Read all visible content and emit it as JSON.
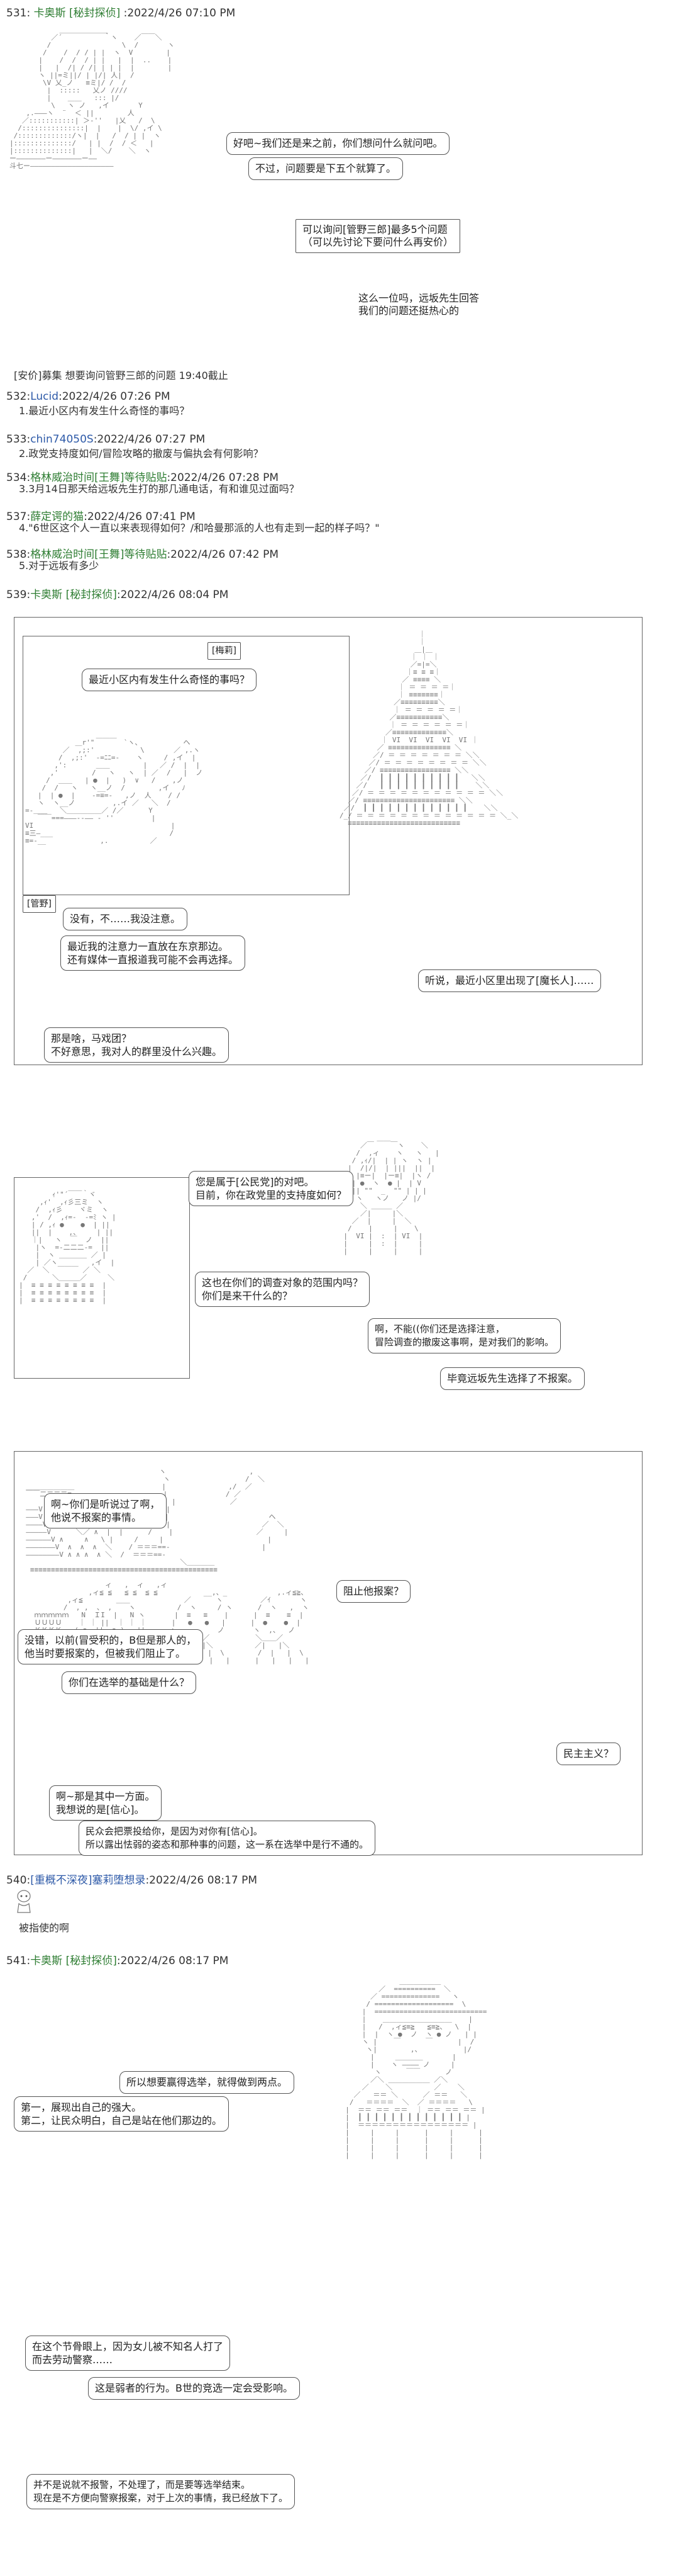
{
  "posts": [
    {
      "number": "531:",
      "name": "卡奥斯 [秘封探侦]",
      "date": ":2022/4/26 07:10 PM"
    },
    {
      "number": "532:",
      "name": "Lucid",
      "date": ":2022/4/26 07:26 PM",
      "body": "1.最近小区内有发生什么奇怪的事吗？"
    },
    {
      "number": "533:",
      "name": "chin74050S",
      "date": ":2022/4/26 07:27 PM",
      "body": "2.政党支持度如何/冒险攻略的撤废与偏执会有何影响？"
    },
    {
      "number": "534:",
      "name": "格林威治时间[王舞]等待贴贴",
      "date": ":2022/4/26 07:28 PM",
      "body": "3.3月14日那天给远坂先生打的那几通电话，有和谁见过面吗？"
    },
    {
      "number": "537:",
      "name": "薛定谔的猫",
      "date": ":2022/4/26 07:41 PM",
      "body": "4.\"6世区这个人一直以来表现得如何？/和哈曼那派的人也有走到一起的样子吗？\""
    },
    {
      "number": "538:",
      "name": "格林威治时间[王舞]等待贴贴",
      "date": ":2022/4/26 07:42 PM",
      "body": "5.对于远坂有多少"
    },
    {
      "number": "539:",
      "name": "卡奥斯 [秘封探侦]",
      "date": ":2022/4/26 08:04 PM"
    },
    {
      "number": "540:",
      "name": "[重概不深夜]塞莉堕想录",
      "date": ":2022/4/26 08:17 PM",
      "body": "被指使的啊"
    },
    {
      "number": "541:",
      "name": "卡奥斯 [秘封探侦]",
      "date": ":2022/4/26 08:17 PM"
    }
  ],
  "post531": {
    "bubble1": "好吧~我们还是来之前，你们想问什么就问吧。",
    "bubble2": "不过，问题要是下五个就算了。",
    "bubble3a": "可以询问[管野三郎]最多5个问题",
    "bubble3b": "（可以先讨论下要问什么再安价）",
    "bubble4a": "这么一位吗，远坂先生回答",
    "bubble4b": "我们的问题还挺热心的",
    "notice": "[安价]募集 想要询问管野三郎的问题 19:40截止"
  },
  "post539": {
    "tag_name": "[梅莉]",
    "q1": "最近小区内有发生什么奇怪的事吗？",
    "tag_sugano": "[管野]",
    "a1": "没有，不……我没注意。",
    "a2a": "最近我的注意力一直放在东京那边。",
    "a2b": "还有媒体一直报道我可能不会再选择。",
    "a3": "听说，最近小区里出现了[魔长人]……",
    "a4a": "那是啥，马戏团？",
    "a4b": "不好意思，我对人的群里没什么兴趣。"
  },
  "panel2": {
    "q2a": "您是属于[公民党]的对吧。",
    "q2b": "目前，你在政党里的支持度如何？",
    "q3a": "这也在你们的调查对象的范围内吗？",
    "q3b": "你们是来干什么的？",
    "a5a": "啊，不能((你们还是选择注意，",
    "a5b": "冒险调查的撤废这事啊，是对我们的影响。",
    "a6": "毕竟远坂先生选择了不报案。"
  },
  "panel3": {
    "b1a": "啊~你们是听说过了啊，",
    "b1b": "他说不报案的事情。",
    "b2": "阻止他报案？",
    "b3a": "没错，以前(冒受积的，B但是那人的，",
    "b3b": "他当时要报案的，但被我们阻止了。",
    "b4": "你们在选举的基础是什么？",
    "b5": "民主主义？",
    "b6a": "啊~那是其中一方面。",
    "b6b": "我想说的是[信心]。",
    "b7a": "民众会把票投给你，是因为对你有[信心]。",
    "b7b": "所以露出怯弱的姿态和那种事的问题，这一系在选举中是行不通的。"
  },
  "post541": {
    "c1": "所以想要赢得选举，就得做到两点。",
    "c2a": "第一，展现出自己的强大。",
    "c2b": "第二，让民众明白，自己是站在他们那边的。",
    "c3a": "在这个节骨眼上，因为女儿被不知名人打了",
    "c3b": "而去劳动警察……",
    "c4": "这是弱者的行为。B世的竞选一定会受影响。",
    "c5a": "并不是说就不报警，不处理了，而是要等选举结束。",
    "c5b": "现在是不方便向警察报案，对于上次的事情，我已经放下了。"
  },
  "colors": {
    "name_green": "#2e7d32",
    "name_blue": "#2e5aa8",
    "ink": "#222222",
    "aa_gray": "#777777"
  }
}
